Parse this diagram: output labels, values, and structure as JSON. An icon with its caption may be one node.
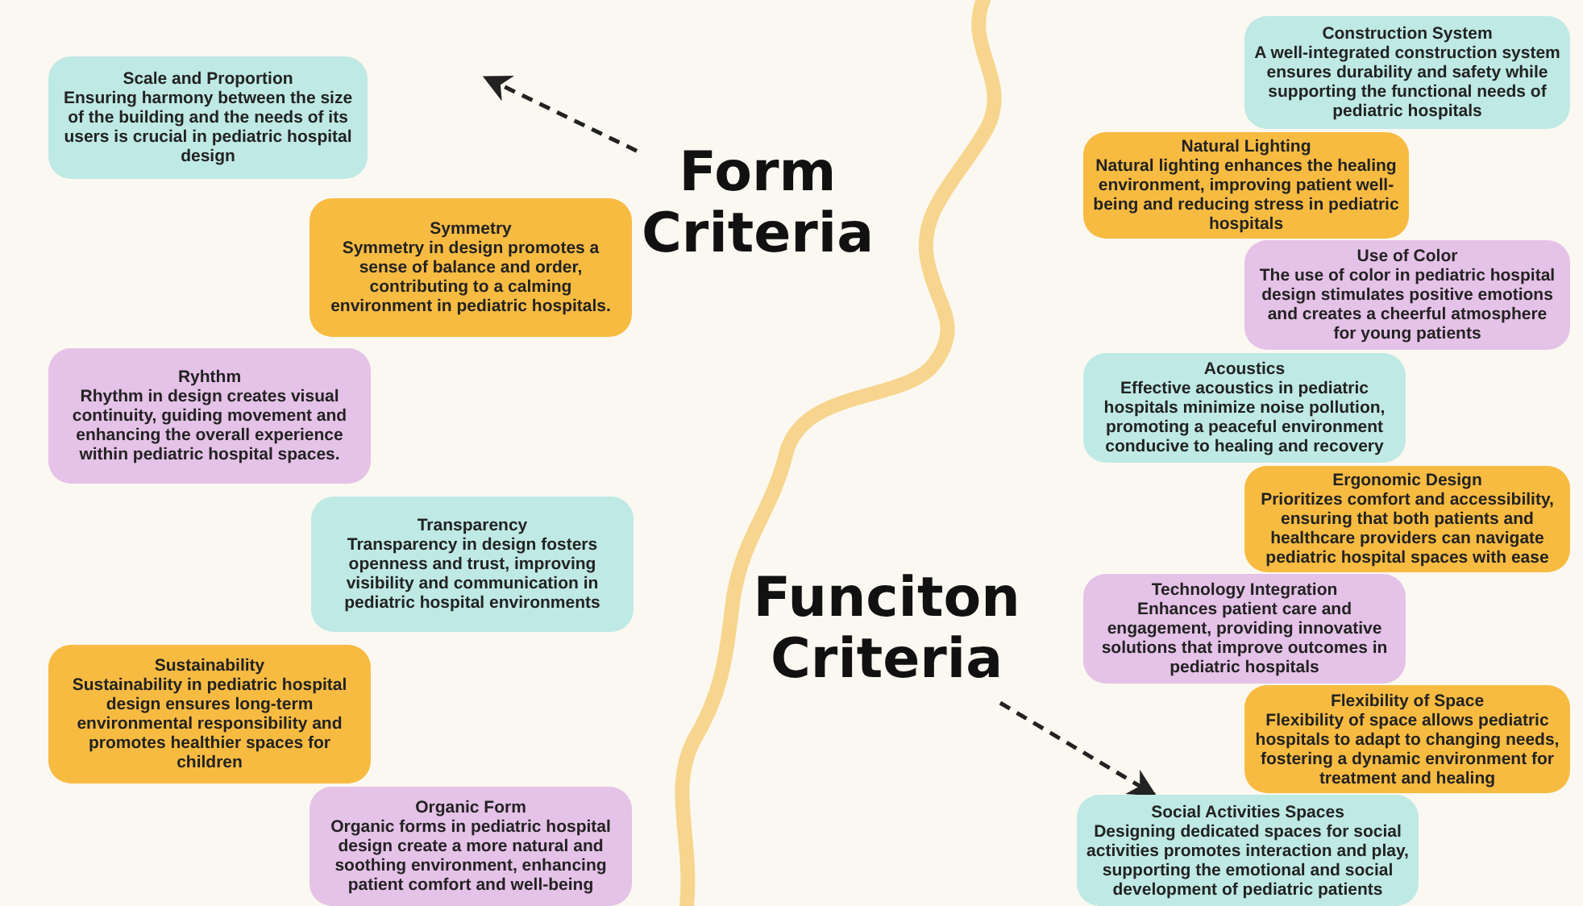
{
  "diagram": {
    "nodes": [
      {
        "text": [
          "Scale and Proportion",
          "Ensuring harmony between the size of the building and the needs of its users is crucial in pediatric hospital design"
        ]
      },
      {
        "text": [
          "Form Criteria"
        ]
      },
      {
        "text": [
          "Symmetry",
          "Symmetry in design promotes a sense of balance and order, contributing to a calming environment in pediatric hospitals."
        ]
      },
      {
        "text": [
          "Ryhthm",
          "Rhythm in design creates visual continuity, guiding movement and enhancing the overall experience within pediatric hospital spaces."
        ]
      },
      {
        "text": [
          "Transparency",
          "Transparency in design fosters openness and trust, improving visibility and communication in pediatric hospital environments"
        ]
      },
      {
        "text": [
          "Sustainability",
          "Sustainability in pediatric hospital design ensures long-term environmental responsibility and promotes healthier spaces for children"
        ]
      },
      {
        "text": [
          "Organic Form",
          "Organic forms in pediatric hospital design create a more natural and soothing environment, enhancing patient comfort and well-being"
        ]
      },
      {
        "text": [
          "Construction System",
          "A well-integrated construction system ensures durability and safety while supporting the functional needs of pediatric hospitals"
        ]
      },
      {
        "text": [
          "Natural Lighting",
          "Natural lighting enhances the healing environment, improving patient well-being and reducing stress in pediatric hospitals"
        ]
      },
      {
        "text": [
          "Use of Color",
          "The use of color in pediatric hospital design stimulates positive emotions and creates a cheerful atmosphere for young patients"
        ]
      },
      {
        "text": [
          "Acoustics",
          "Effective acoustics in pediatric hospitals minimize noise pollution, promoting a peaceful environment conducive to healing and recovery"
        ]
      },
      {
        "text": [
          "Ergonomic Design",
          "Prioritizes comfort and accessibility, ensuring that both patients and healthcare providers can navigate pediatric hospital spaces with ease"
        ]
      },
      {
        "text": [
          "Technology Integration",
          "Enhances patient care and engagement, providing innovative solutions that improve outcomes in pediatric hospitals"
        ]
      },
      {
        "text": [
          "Funciton Criteria"
        ]
      },
      {
        "text": [
          "Flexibility of Space",
          "Flexibility of space allows pediatric hospitals to adapt to changing needs, fostering a dynamic environment for treatment and healing"
        ]
      },
      {
        "text": [
          "Social Activities Spaces",
          "Designing dedicated spaces for social activities promotes interaction and play, supporting the emotional and social development of pediatric patients"
        ]
      }
    ],
    "edges": [
      {
        "from": 1,
        "to": null,
        "arrow": "to",
        "style": "dashed"
      },
      {
        "from": 13,
        "to": 15,
        "arrow": "to",
        "style": "dashed"
      }
    ]
  }
}
